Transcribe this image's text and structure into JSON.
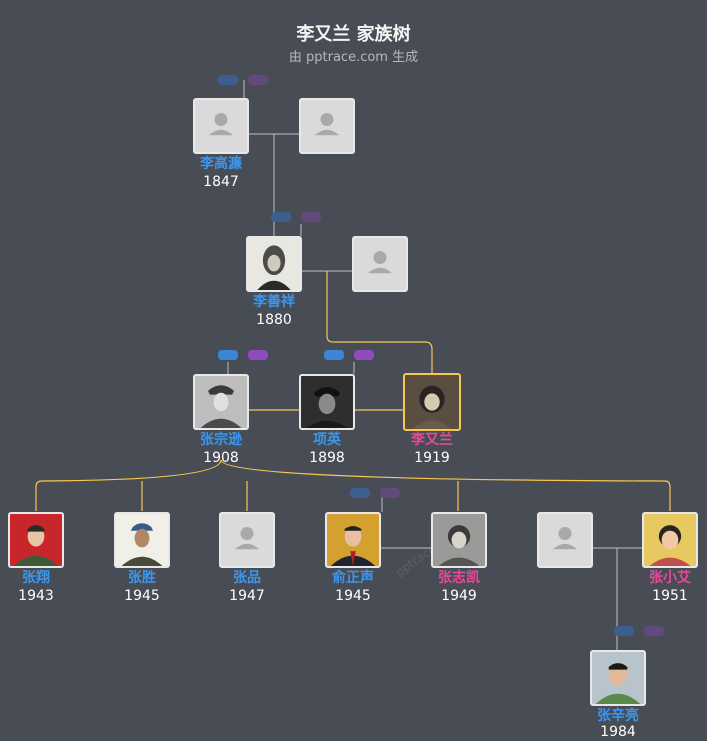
{
  "header": {
    "title": "李又兰 家族树",
    "subtitle": "由 pptrace.com 生成"
  },
  "watermark": "pptrace.com",
  "colors": {
    "background": "#484c55",
    "male_name": "#3b97ee",
    "female_name": "#e8499a",
    "spouse_line": "#f5c750",
    "tree_line": "#bfbfbf"
  },
  "people": {
    "li_gaolian": {
      "name": "李高濂",
      "year": "1847",
      "gender": "male",
      "photo": "placeholder"
    },
    "li_gaolian_spouse": {
      "name": "",
      "year": "",
      "gender": "female",
      "photo": "placeholder"
    },
    "li_shanxiang": {
      "name": "李善祥",
      "year": "1880",
      "gender": "male",
      "photo": "portrait"
    },
    "li_shanxiang_spouse": {
      "name": "",
      "year": "",
      "gender": "female",
      "photo": "placeholder"
    },
    "zhang_zongxun": {
      "name": "张宗逊",
      "year": "1908",
      "gender": "male",
      "photo": "portrait"
    },
    "xiang_ying": {
      "name": "项英",
      "year": "1898",
      "gender": "male",
      "photo": "portrait"
    },
    "li_youlan": {
      "name": "李又兰",
      "year": "1919",
      "gender": "female",
      "photo": "portrait"
    },
    "zhang_xiang": {
      "name": "张翔",
      "year": "1943",
      "gender": "male",
      "photo": "portrait"
    },
    "zhang_sheng": {
      "name": "张胜",
      "year": "1945",
      "gender": "male",
      "photo": "portrait"
    },
    "zhang_pin": {
      "name": "张品",
      "year": "1947",
      "gender": "male",
      "photo": "placeholder"
    },
    "yu_zhengsheng": {
      "name": "俞正声",
      "year": "1945",
      "gender": "male",
      "photo": "portrait"
    },
    "zhang_zhikai": {
      "name": "张志凯",
      "year": "1949",
      "gender": "female",
      "photo": "portrait"
    },
    "zhang_xiaoai_spouse": {
      "name": "",
      "year": "",
      "gender": "male",
      "photo": "placeholder"
    },
    "zhang_xiaoai": {
      "name": "张小艾",
      "year": "1951",
      "gender": "female",
      "photo": "portrait"
    },
    "zhang_xinliang": {
      "name": "张辛亮",
      "year": "1984",
      "gender": "male",
      "photo": "portrait"
    }
  }
}
